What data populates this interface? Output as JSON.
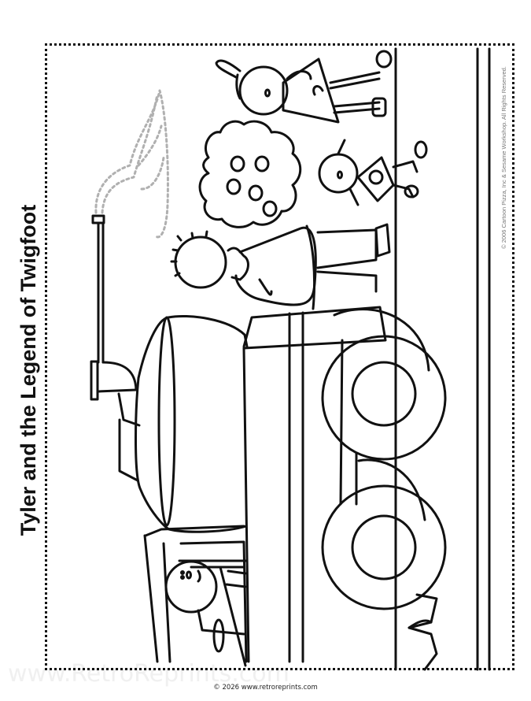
{
  "page": {
    "title": "Tyler and the Legend of Twigfoot",
    "side_copyright": "© 2006 Cartoon Pizza, Inc & Sesame Workshop. All Rights Reserved.",
    "footer": "© 2026 www.retroreprints.com",
    "watermark": "www.RetroReprints.com"
  },
  "illustration": {
    "description": "Coloring page: tractor with driver, boy, girl, and small child near a fruit tree; dotted smoke from exhaust",
    "elements": [
      "tractor",
      "driver",
      "boy",
      "girl",
      "small-child",
      "fruit-tree",
      "exhaust-smoke",
      "road-lines",
      "grass"
    ]
  },
  "colors": {
    "ink": "#111111",
    "dotted_smoke": "#b0b0b0",
    "side_text": "#777777"
  }
}
